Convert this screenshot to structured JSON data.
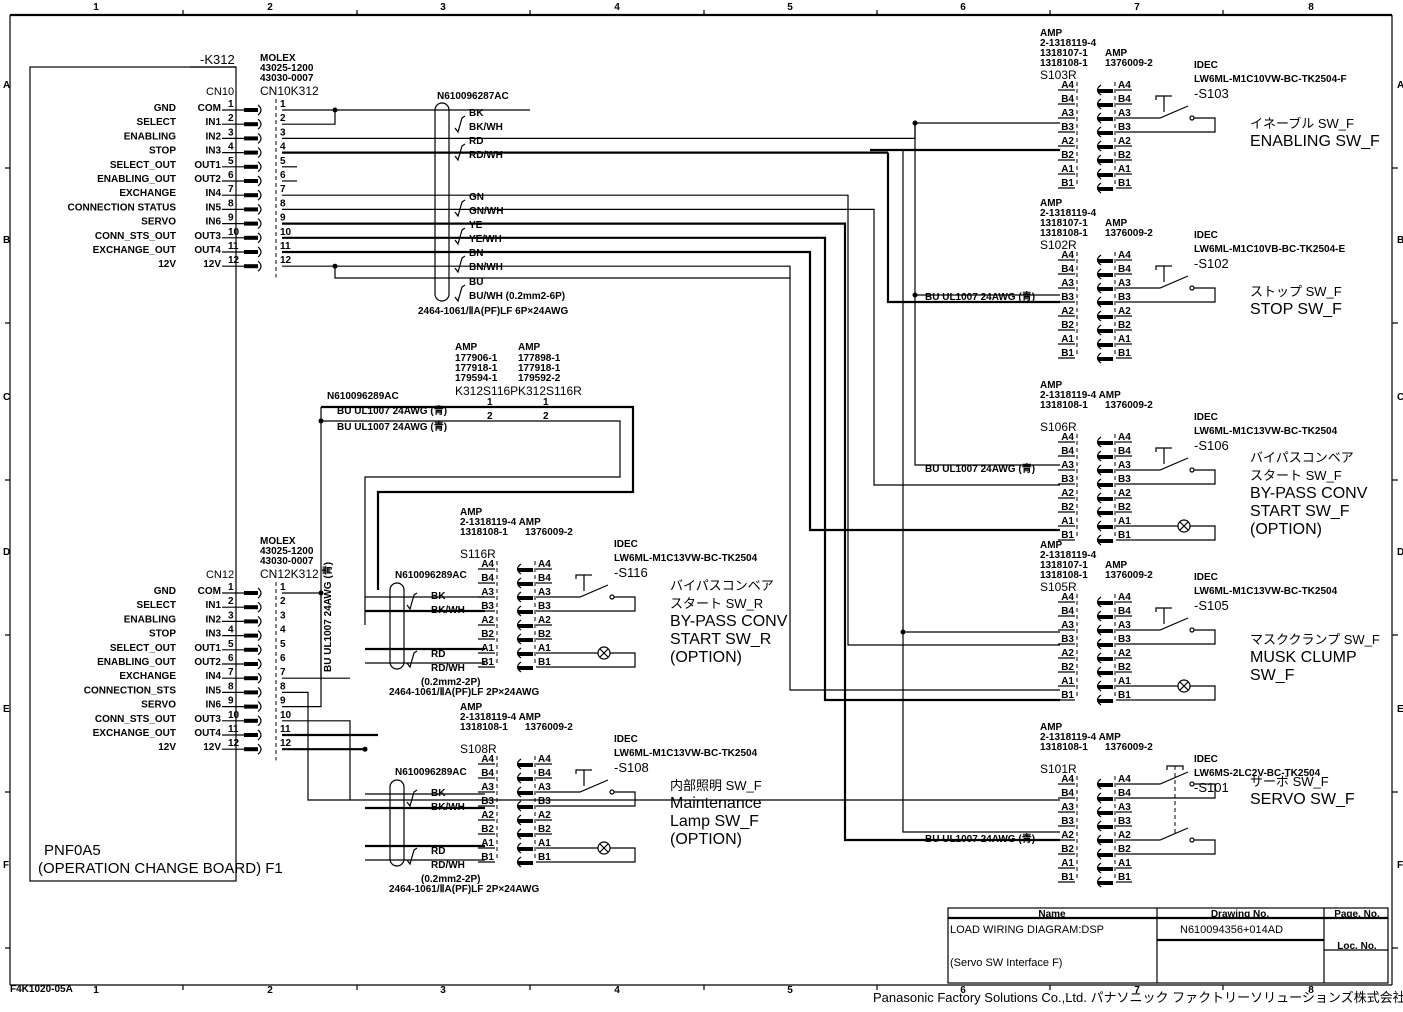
{
  "border": {
    "columns": [
      "1",
      "2",
      "3",
      "4",
      "5",
      "6",
      "7",
      "8"
    ],
    "rows": [
      "A",
      "B",
      "C",
      "D",
      "E",
      "F"
    ],
    "form_code": "F4K1020-05A"
  },
  "board": {
    "ref": "-K312",
    "name": "PNF0A5",
    "desc": "(OPERATION CHANGE BOARD) F1"
  },
  "cn10": {
    "label": "CN10",
    "mate_maker": "MOLEX",
    "mate_pn1": "43025-1200",
    "mate_pn2": "43030-0007",
    "mate_label": "CN10K312",
    "pins": [
      {
        "sig": "GND",
        "pin": "COM",
        "n": "1"
      },
      {
        "sig": "SELECT",
        "pin": "IN1",
        "n": "2"
      },
      {
        "sig": "ENABLING",
        "pin": "IN2",
        "n": "3"
      },
      {
        "sig": "STOP",
        "pin": "IN3",
        "n": "4"
      },
      {
        "sig": "SELECT_OUT",
        "pin": "OUT1",
        "n": "5"
      },
      {
        "sig": "ENABLING_OUT",
        "pin": "OUT2",
        "n": "6"
      },
      {
        "sig": "EXCHANGE",
        "pin": "IN4",
        "n": "7"
      },
      {
        "sig": "CONNECTION STATUS",
        "pin": "IN5",
        "n": "8"
      },
      {
        "sig": "SERVO",
        "pin": "IN6",
        "n": "9"
      },
      {
        "sig": "CONN_STS_OUT",
        "pin": "OUT3",
        "n": "10"
      },
      {
        "sig": "EXCHANGE_OUT",
        "pin": "OUT4",
        "n": "11"
      },
      {
        "sig": "12V",
        "pin": "12V",
        "n": "12"
      }
    ]
  },
  "cn12": {
    "label": "CN12",
    "mate_maker": "MOLEX",
    "mate_pn1": "43025-1200",
    "mate_pn2": "43030-0007",
    "mate_label": "CN12K312",
    "pins": [
      {
        "sig": "GND",
        "pin": "COM",
        "n": "1"
      },
      {
        "sig": "SELECT",
        "pin": "IN1",
        "n": "2"
      },
      {
        "sig": "ENABLING",
        "pin": "IN2",
        "n": "3"
      },
      {
        "sig": "STOP",
        "pin": "IN3",
        "n": "4"
      },
      {
        "sig": "SELECT_OUT",
        "pin": "OUT1",
        "n": "5"
      },
      {
        "sig": "ENABLING_OUT",
        "pin": "OUT2",
        "n": "6"
      },
      {
        "sig": "EXCHANGE",
        "pin": "IN4",
        "n": "7"
      },
      {
        "sig": "CONNECTION_STS",
        "pin": "IN5",
        "n": "8"
      },
      {
        "sig": "SERVO",
        "pin": "IN6",
        "n": "9"
      },
      {
        "sig": "CONN_STS_OUT",
        "pin": "OUT3",
        "n": "10"
      },
      {
        "sig": "EXCHANGE_OUT",
        "pin": "OUT4",
        "n": "11"
      },
      {
        "sig": "12V",
        "pin": "12V",
        "n": "12"
      }
    ],
    "vertical_wire": "BU UL1007 24AWG (青)"
  },
  "cable_main": {
    "part": "N610096287AC",
    "colors": [
      "BK",
      "BK/WH",
      "RD",
      "RD/WH",
      "GN",
      "GN/WH",
      "YE",
      "YE/WH",
      "BN",
      "BN/WH",
      "BU",
      "BU/WH  (0.2mm2-6P)"
    ],
    "spec": "2464-1061/ⅡA(PF)LF 6P×24AWG"
  },
  "k312s116": {
    "cable": "N610096289AC",
    "wire1": "BU UL1007 24AWG (青)",
    "wire2": "BU UL1007 24AWG (青)",
    "plug": {
      "maker": "AMP",
      "pn": [
        "177906-1",
        "177918-1",
        "179594-1"
      ],
      "label": "K312S116P"
    },
    "recept": {
      "maker": "AMP",
      "pn": [
        "177898-1",
        "177918-1",
        "179592-2"
      ],
      "label": "K312S116R"
    },
    "pins": [
      "1",
      "2"
    ]
  },
  "pin_labels": [
    "A4",
    "B4",
    "A3",
    "B3",
    "A2",
    "B2",
    "A1",
    "B1"
  ],
  "switches": [
    {
      "id": "s103",
      "maker": "AMP",
      "pn": [
        "2-1318119-4",
        "1318107-1",
        "1318108-1"
      ],
      "maker2": "AMP",
      "pn2": "1376009-2",
      "conn": "S103R",
      "idec": "IDEC",
      "model": "LW6ML-M1C10VW-BC-TK2504-F",
      "ref": "-S103",
      "jp": "イネーブル  SW_F",
      "en": [
        "ENABLING SW_F"
      ]
    },
    {
      "id": "s102",
      "maker": "AMP",
      "pn": [
        "2-1318119-4",
        "1318107-1",
        "1318108-1"
      ],
      "maker2": "AMP",
      "pn2": "1376009-2",
      "conn": "S102R",
      "idec": "IDEC",
      "model": "LW6ML-M1C10VB-BC-TK2504-E",
      "ref": "-S102",
      "jp": "ストップ  SW_F",
      "en": [
        "STOP SW_F"
      ],
      "wire": "BU UL1007 24AWG (青)"
    },
    {
      "id": "s106",
      "maker": "AMP",
      "pn": [
        "2-1318119-4 AMP",
        "1318108-1"
      ],
      "maker2": "",
      "pn2": "1376009-2",
      "conn": "S106R",
      "idec": "IDEC",
      "model": "LW6ML-M1C13VW-BC-TK2504",
      "ref": "-S106",
      "jp": "バイパスコンベア",
      "jp2": "スタート  SW_F",
      "en": [
        "BY-PASS CONV",
        "START SW_F",
        "(OPTION)"
      ],
      "wire": "BU UL1007 24AWG (青)"
    },
    {
      "id": "s105",
      "maker": "AMP",
      "pn": [
        "2-1318119-4",
        "1318107-1",
        "1318108-1"
      ],
      "maker2": "AMP",
      "pn2": "1376009-2",
      "conn": "S105R",
      "idec": "IDEC",
      "model": "LW6ML-M1C13VW-BC-TK2504",
      "ref": "-S105",
      "jp": "マスククランプ  SW_F",
      "en": [
        "MUSK CLUMP",
        "SW_F"
      ]
    },
    {
      "id": "s101",
      "maker": "AMP",
      "pn": [
        "2-1318119-4 AMP",
        "1318108-1"
      ],
      "maker2": "",
      "pn2": "1376009-2",
      "conn": "S101R",
      "idec": "IDEC",
      "model": "LW6MS-2LC2V-BC-TK2504",
      "ref": "-S101",
      "jp": "サーボ SW_F",
      "en": [
        "SERVO SW_F"
      ],
      "wire": "BU UL1007 24AWG (青)"
    },
    {
      "id": "s116",
      "maker": "AMP",
      "pn": [
        "2-1318119-4 AMP",
        "1318108-1"
      ],
      "maker2": "",
      "pn2": "1376009-2",
      "conn": "S116R",
      "idec": "IDEC",
      "model": "LW6ML-M1C13VW-BC-TK2504",
      "ref": "-S116",
      "jp": "バイパスコンベア",
      "jp2": "スタート  SW_R",
      "en": [
        "BY-PASS CONV",
        "START SW_R",
        "(OPTION)"
      ],
      "cable": "N610096289AC",
      "colors": [
        "BK",
        "BK/WH",
        "RD",
        "RD/WH"
      ],
      "cable_size": "(0.2mm2-2P)",
      "cable_spec": "2464-1061/ⅡA(PF)LF 2P×24AWG"
    },
    {
      "id": "s108",
      "maker": "AMP",
      "pn": [
        "2-1318119-4 AMP",
        "1318108-1"
      ],
      "maker2": "",
      "pn2": "1376009-2",
      "conn": "S108R",
      "idec": "IDEC",
      "model": "LW6ML-M1C13VW-BC-TK2504",
      "ref": "-S108",
      "jp": "内部照明  SW_F",
      "en": [
        "Maintenance",
        "Lamp SW_F",
        "(OPTION)"
      ],
      "cable": "N610096289AC",
      "colors": [
        "BK",
        "BK/WH",
        "RD",
        "RD/WH"
      ],
      "cable_size": "(0.2mm2-2P)",
      "cable_spec": "2464-1061/ⅡA(PF)LF 2P×24AWG"
    }
  ],
  "title_block": {
    "name_header": "Name",
    "drawing_header": "Drawing No.",
    "page_header": "Page. No.",
    "loc_header": "Loc. No.",
    "name": "LOAD WIRING DIAGRAM:DSP",
    "subtitle": "(Servo SW Interface F)",
    "drawing_no": "N610094356+014AD",
    "page_no": "",
    "loc_no": ""
  },
  "company": "Panasonic Factory Solutions Co.,Ltd.  パナソニック ファクトリーソリューションズ株式会社"
}
